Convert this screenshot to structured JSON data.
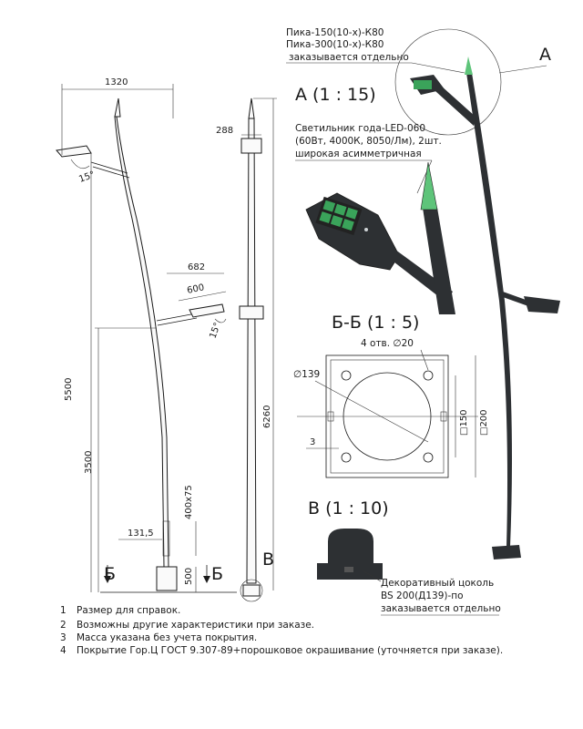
{
  "dims": {
    "d1320": "1320",
    "d288": "288",
    "d682": "682",
    "d600": "600",
    "d5500": "5500",
    "d3500": "3500",
    "d6260": "6260",
    "d400x75": "400x75",
    "d131": "131,5",
    "d500": "500",
    "a15a": "15°",
    "a15b": "15°"
  },
  "section_marks": {
    "b_left": "Б",
    "b_right": "Б",
    "v": "В"
  },
  "callouts": {
    "pika_1": "Пика-150(10-х)-К80",
    "pika_2": "Пика-300(10-х)-К80",
    "pika_3": "заказывается отдельно",
    "a_mark": "А"
  },
  "view_a": {
    "title": "А (1 : 15)",
    "lamp_1": "Светильник года-LED-060",
    "lamp_2": "(60Вт, 4000К, 8050/Лм), 2шт.",
    "lamp_3": "широкая асимметричная"
  },
  "view_bb": {
    "title": "Б-Б (1 : 5)",
    "holes": "4 отв. ∅20",
    "d139": "∅139",
    "d3": "3",
    "d150": "□150",
    "d200": "□200"
  },
  "view_v": {
    "title": "В (1 : 10)",
    "base_1": "Декоративный цоколь",
    "base_2": "BS 200(Д139)-по",
    "base_3": "заказывается отдельно"
  },
  "notes": [
    {
      "num": "1",
      "text": "Размер для справок."
    },
    {
      "num": "2",
      "text": "Возможны другие характеристики при заказе."
    },
    {
      "num": "3",
      "text": "Масса указана без учета покрытия."
    },
    {
      "num": "4",
      "text": "Покрытие Гор.Ц ГОСТ 9.307-89+порошковое окрашивание (уточняется при заказе)."
    }
  ],
  "colors": {
    "line": "#1a1a1a",
    "pole_dark": "#2d3033",
    "led_green": "#3aa35a",
    "tip_green": "#5ec47a"
  }
}
